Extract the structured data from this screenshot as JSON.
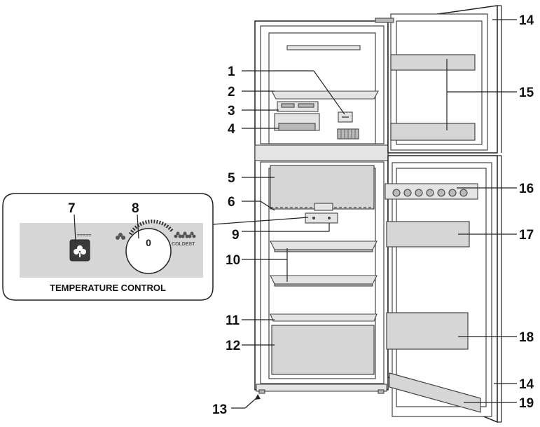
{
  "panel": {
    "caption": "TEMPERATURE CONTROL",
    "coldest_label": "COLDEST",
    "dial_value": "0",
    "button_tiny_label": "====="
  },
  "callouts": [
    "1",
    "2",
    "3",
    "4",
    "5",
    "6",
    "7",
    "8",
    "9",
    "10",
    "11",
    "12",
    "13",
    "14",
    "15",
    "16",
    "17",
    "18",
    "19"
  ],
  "colors": {
    "panel_grey": "#d6d6d6",
    "line": "#222222"
  }
}
